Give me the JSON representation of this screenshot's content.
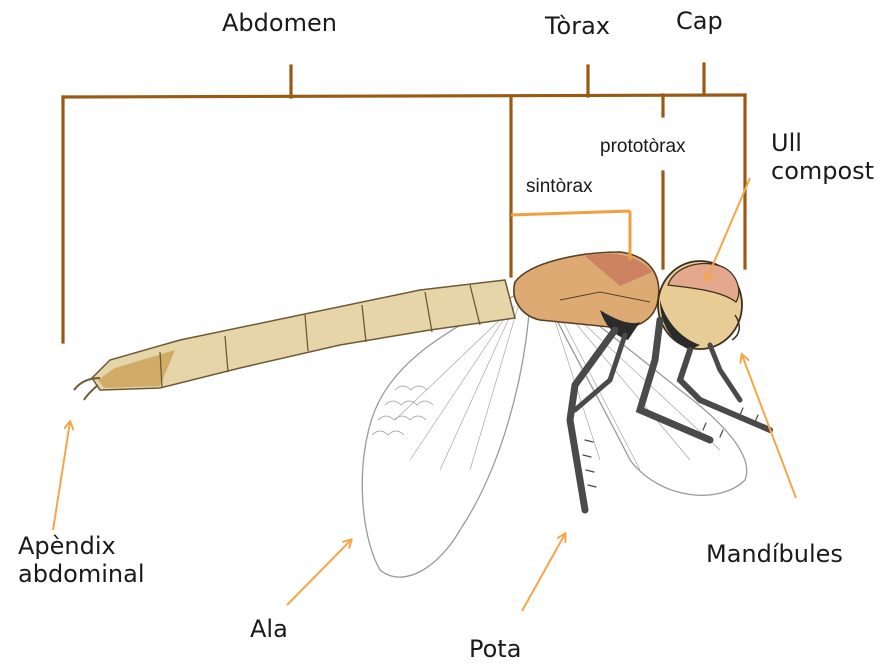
{
  "labels": {
    "abdomen": "Abdomen",
    "torax": "Tòrax",
    "cap": "Cap",
    "prototorax": "prototòrax",
    "sintorax": "sintòrax",
    "ull_line1": "Ull",
    "ull_line2": "compost",
    "apendix_line1": "Apèndix",
    "apendix_line2": "abdominal",
    "ala": "Ala",
    "pota": "Pota",
    "mandibules": "Mandíbules"
  },
  "colors": {
    "bracket": "#9a5a12",
    "sintorax_bracket": "#f0a040",
    "arrow": "#f5a64a",
    "abdomen_fill": "#e6d5a8",
    "thorax_fill": "#dcaa72",
    "eye_fill": "#e3a88e",
    "leg": "#4a4a4a",
    "wing_outline": "#9a9a9a"
  }
}
